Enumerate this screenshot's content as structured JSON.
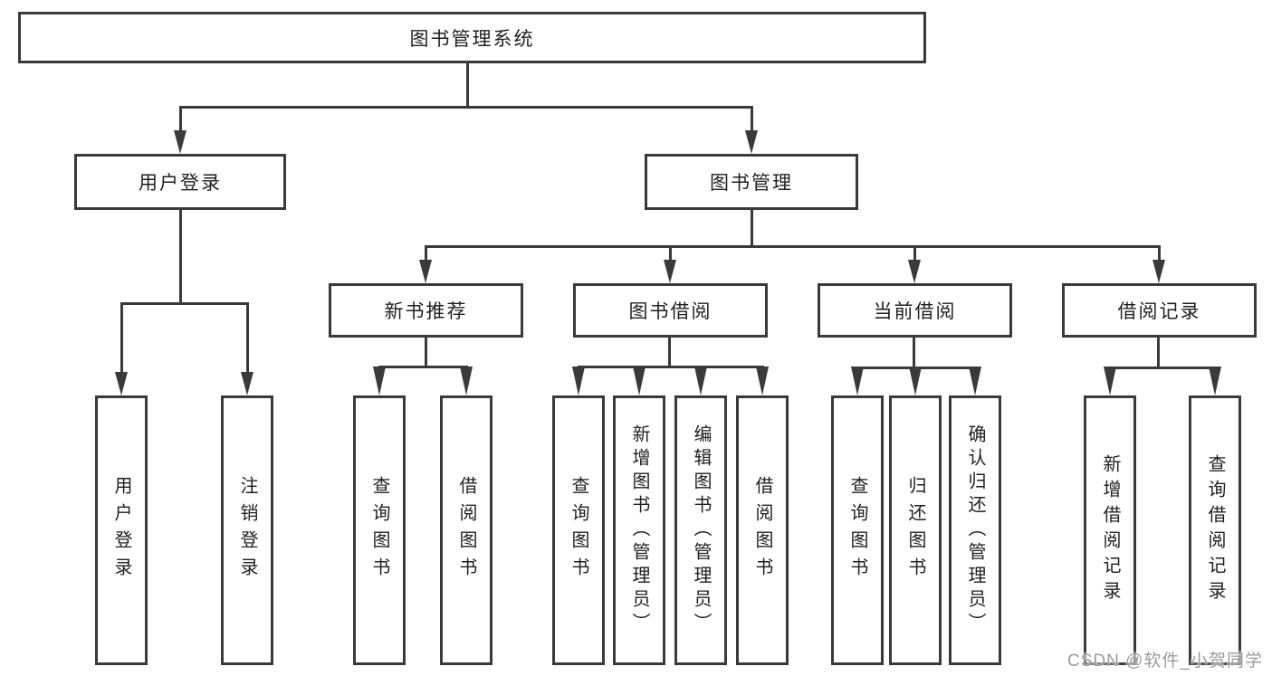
{
  "diagram": {
    "type": "hierarchy-tree",
    "nodes": {
      "root": "图书管理系统",
      "user_login": "用户登录",
      "book_mgmt": "图书管理",
      "new_book_rec": "新书推荐",
      "book_borrow": "图书借阅",
      "current_borrow": "当前借阅",
      "borrow_records": "借阅记录",
      "leaf_user_login": "用户登录",
      "leaf_logout": "注销登录",
      "leaf_query_book_a": "查询图书",
      "leaf_borrow_book_a": "借阅图书",
      "leaf_query_book_b": "查询图书",
      "leaf_add_book": "新增图书（管理员）",
      "leaf_edit_book": "编辑图书（管理员）",
      "leaf_borrow_book_b": "借阅图书",
      "leaf_query_book_c": "查询图书",
      "leaf_return_book": "归还图书",
      "leaf_confirm_return": "确认归还（管理员）",
      "leaf_add_record": "新增借阅记录",
      "leaf_query_record": "查询借阅记录"
    },
    "edges": [
      [
        "root",
        "user_login"
      ],
      [
        "root",
        "book_mgmt"
      ],
      [
        "user_login",
        "leaf_user_login"
      ],
      [
        "user_login",
        "leaf_logout"
      ],
      [
        "book_mgmt",
        "new_book_rec"
      ],
      [
        "book_mgmt",
        "book_borrow"
      ],
      [
        "book_mgmt",
        "current_borrow"
      ],
      [
        "book_mgmt",
        "borrow_records"
      ],
      [
        "new_book_rec",
        "leaf_query_book_a"
      ],
      [
        "new_book_rec",
        "leaf_borrow_book_a"
      ],
      [
        "book_borrow",
        "leaf_query_book_b"
      ],
      [
        "book_borrow",
        "leaf_add_book"
      ],
      [
        "book_borrow",
        "leaf_edit_book"
      ],
      [
        "book_borrow",
        "leaf_borrow_book_b"
      ],
      [
        "current_borrow",
        "leaf_query_book_c"
      ],
      [
        "current_borrow",
        "leaf_return_book"
      ],
      [
        "current_borrow",
        "leaf_confirm_return"
      ],
      [
        "borrow_records",
        "leaf_add_record"
      ],
      [
        "borrow_records",
        "leaf_query_record"
      ]
    ],
    "watermark": "CSDN @软件_小贺同学",
    "colors": {
      "line": "#3a3a3a",
      "box_background": "#ffffff",
      "text": "#1f1f1f",
      "watermark": "#9c9c9c",
      "page_background": "#ffffff"
    }
  }
}
